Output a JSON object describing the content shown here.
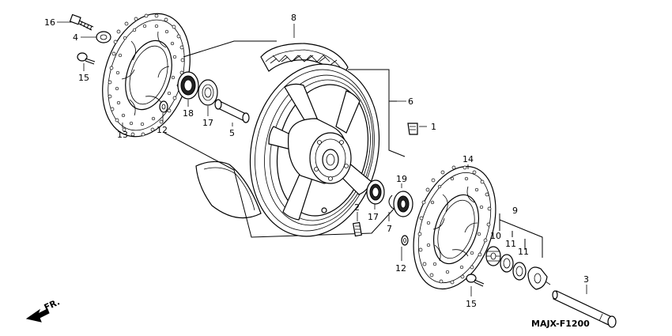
{
  "labels": {
    "p16": "16",
    "p4": "4",
    "p15a": "15",
    "p13": "13",
    "p12a": "12",
    "p18": "18",
    "p17a": "17",
    "p5": "5",
    "p8": "8",
    "p6": "6",
    "p1": "1",
    "p2": "2",
    "p17b": "17",
    "p19": "19",
    "p7": "7",
    "p12b": "12",
    "p14": "14",
    "p9": "9",
    "p10": "10",
    "p11a": "11",
    "p11b": "11",
    "p3": "3",
    "p15b": "15"
  },
  "direction_label": "FR.",
  "drawing_code": "MAJX-F1200",
  "icons": {
    "direction": "front-direction-arrow-icon"
  }
}
